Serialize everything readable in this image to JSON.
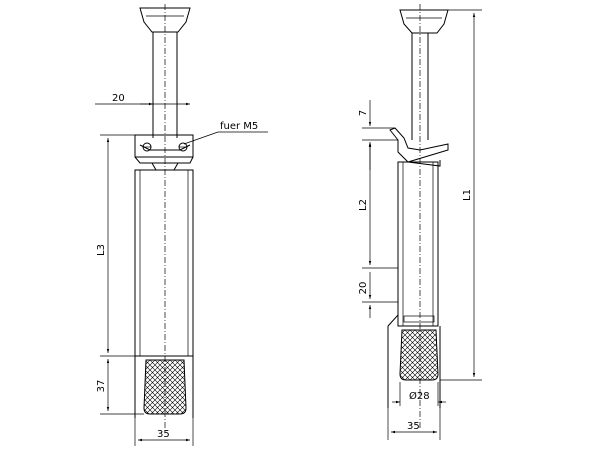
{
  "front_view": {
    "width_top_label": "20",
    "thread_note": "fuer M5",
    "height_body_label": "L3",
    "height_foot_label": "37",
    "width_bottom_label": "35"
  },
  "side_view": {
    "top_offset_label": "7",
    "stroke_label": "L2",
    "lower_offset_label": "20",
    "overall_label": "L1",
    "foot_diameter_label": "Ø28",
    "width_bottom_label": "35"
  }
}
